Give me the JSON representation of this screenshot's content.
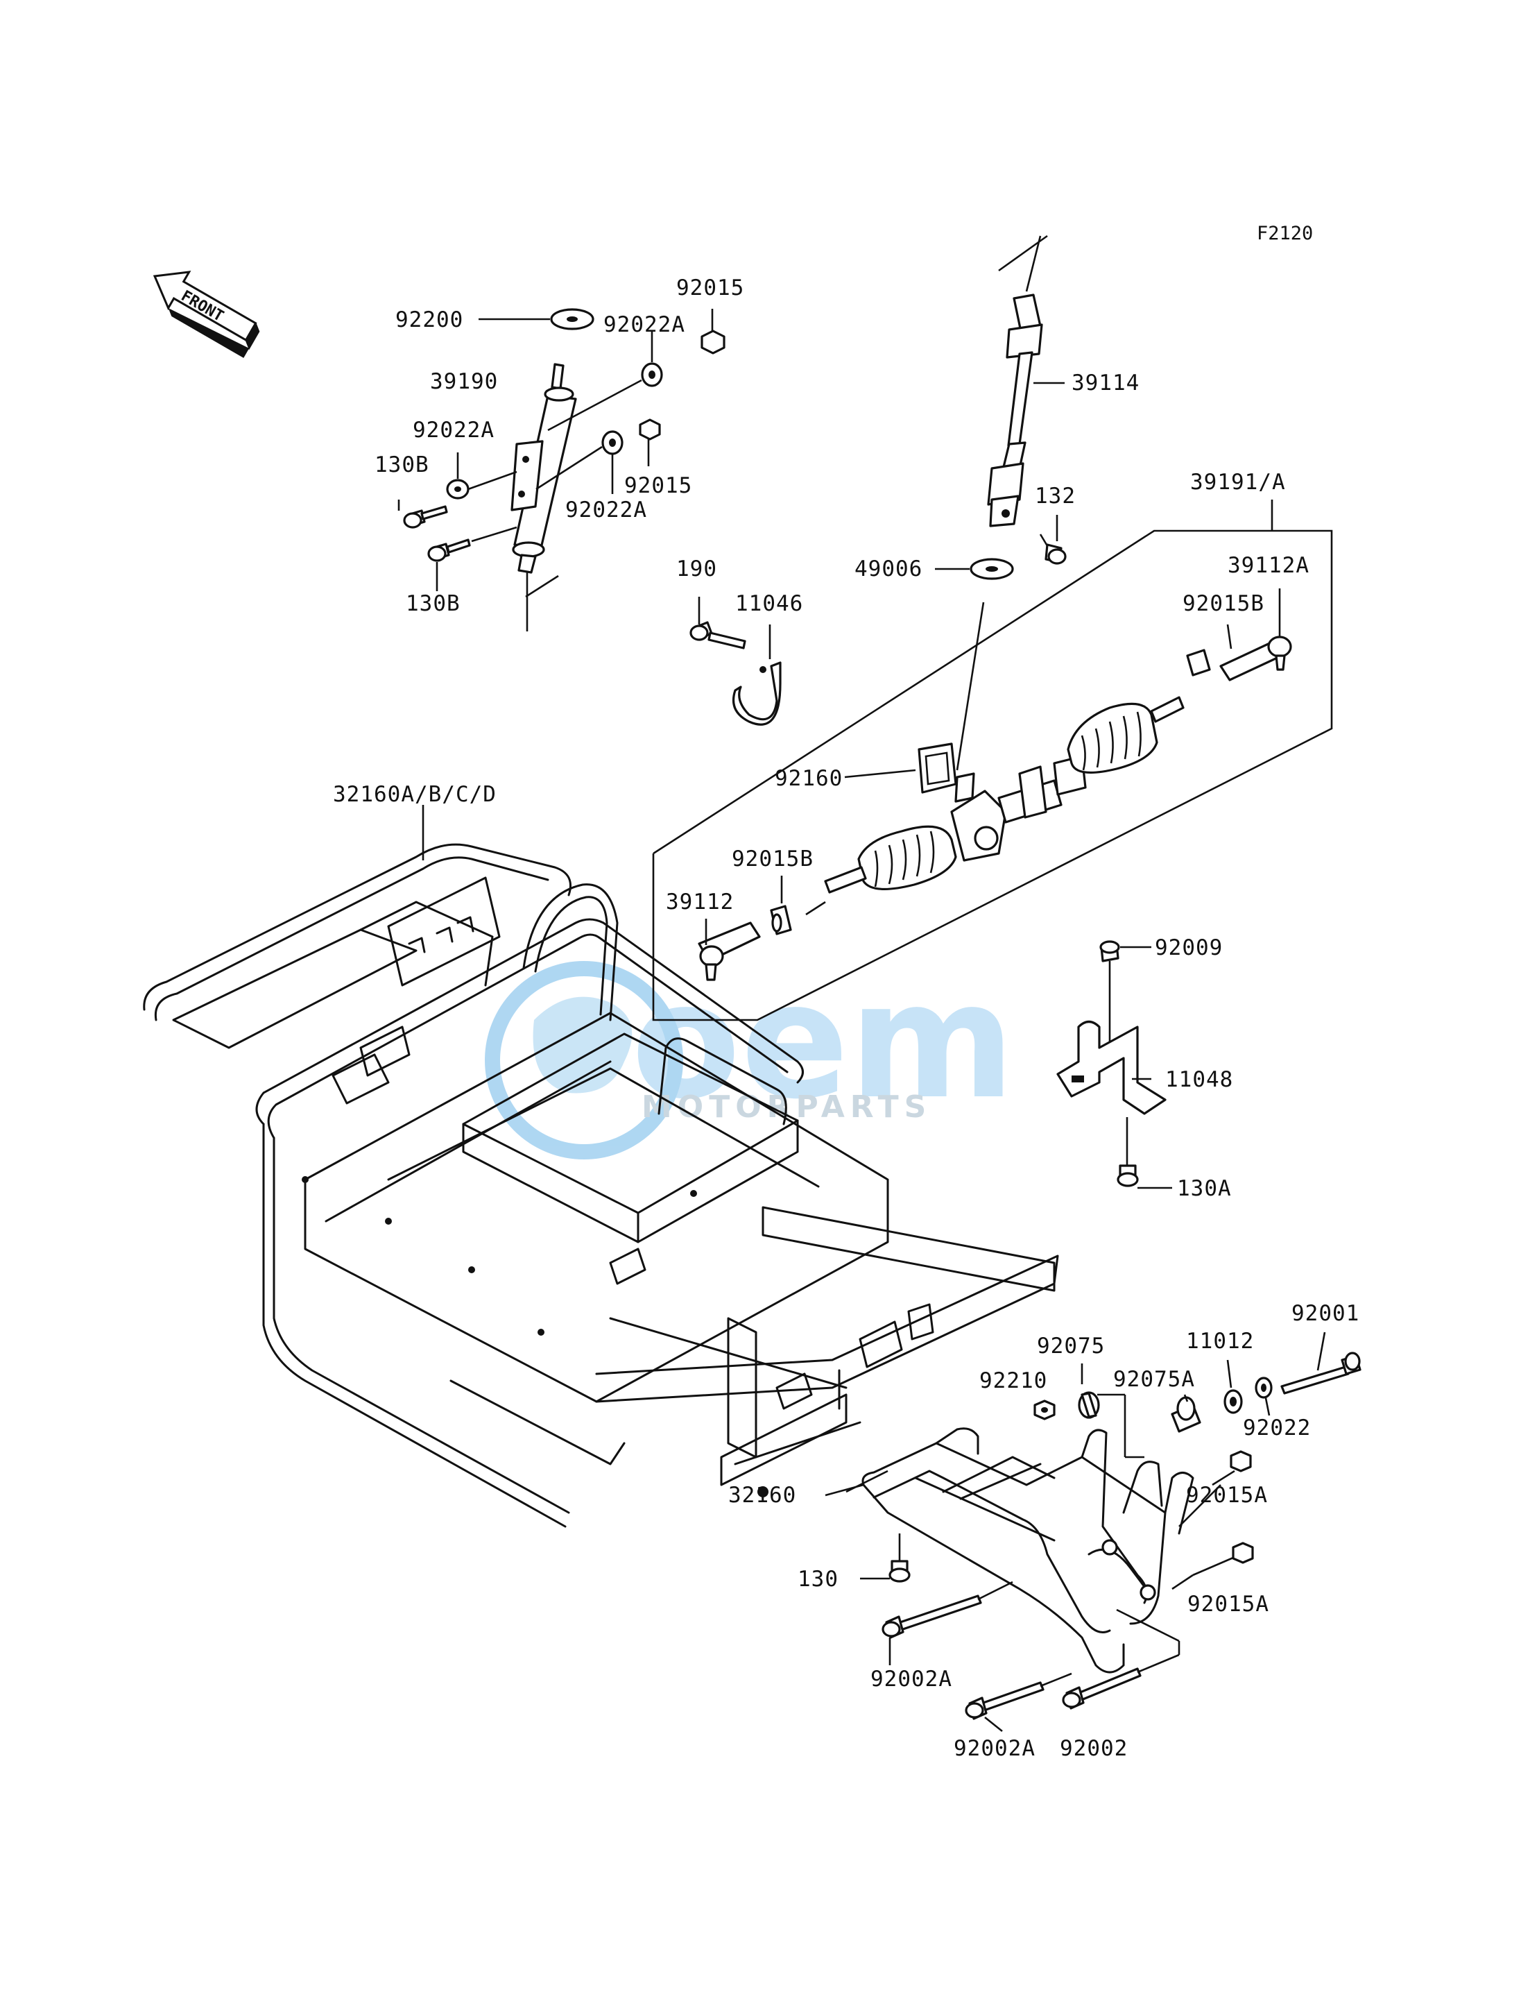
{
  "diagram_code": "F2120",
  "front_label": "FRONT",
  "watermark": {
    "brand": "oem",
    "subtitle": "MOTORPARTS",
    "color": "#6db7e8"
  },
  "labels": [
    {
      "text": "92015"
    },
    {
      "text": "92200"
    },
    {
      "text": "92022A"
    },
    {
      "text": "39190"
    },
    {
      "text": "92022A"
    },
    {
      "text": "130B"
    },
    {
      "text": "92015"
    },
    {
      "text": "92022A"
    },
    {
      "text": "130B"
    },
    {
      "text": "39114"
    },
    {
      "text": "132"
    },
    {
      "text": "39191/A"
    },
    {
      "text": "49006"
    },
    {
      "text": "39112A"
    },
    {
      "text": "190"
    },
    {
      "text": "11046"
    },
    {
      "text": "92015B"
    },
    {
      "text": "92160"
    },
    {
      "text": "32160A/B/C/D"
    },
    {
      "text": "92015B"
    },
    {
      "text": "39112"
    },
    {
      "text": "92009"
    },
    {
      "text": "11048"
    },
    {
      "text": "130A"
    },
    {
      "text": "92001"
    },
    {
      "text": "92075"
    },
    {
      "text": "11012"
    },
    {
      "text": "92210"
    },
    {
      "text": "92075A"
    },
    {
      "text": "92022"
    },
    {
      "text": "32160"
    },
    {
      "text": "92015A"
    },
    {
      "text": "130"
    },
    {
      "text": "92015A"
    },
    {
      "text": "92002A"
    },
    {
      "text": "92002A"
    },
    {
      "text": "92002"
    }
  ]
}
